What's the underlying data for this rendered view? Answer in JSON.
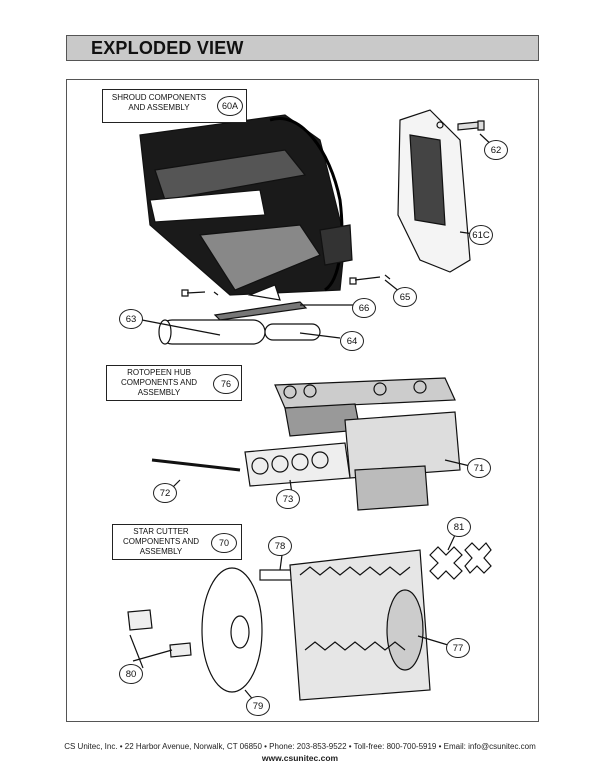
{
  "page_title": "EXPLODED VIEW",
  "sections": [
    {
      "label_lines": [
        "SHROUD COMPONENTS",
        "AND ASSEMBLY"
      ],
      "badge": "60A"
    },
    {
      "label_lines": [
        "ROTOPEEN HUB",
        "COMPONENTS AND",
        "ASSEMBLY"
      ],
      "badge": "76"
    },
    {
      "label_lines": [
        "STAR CUTTER",
        "COMPONENTS AND",
        "ASSEMBLY"
      ],
      "badge": "70"
    }
  ],
  "callouts": [
    "62",
    "61C",
    "65",
    "66",
    "63",
    "64",
    "71",
    "72",
    "73",
    "81",
    "78",
    "77",
    "80",
    "79"
  ],
  "footer": {
    "line1": "CS Unitec, Inc. • 22 Harbor Avenue, Norwalk, CT 06850 • Phone: 203-853-9522 • Toll-free: 800-700-5919 • Email: info@csunitec.com",
    "line2": "www.csunitec.com"
  }
}
